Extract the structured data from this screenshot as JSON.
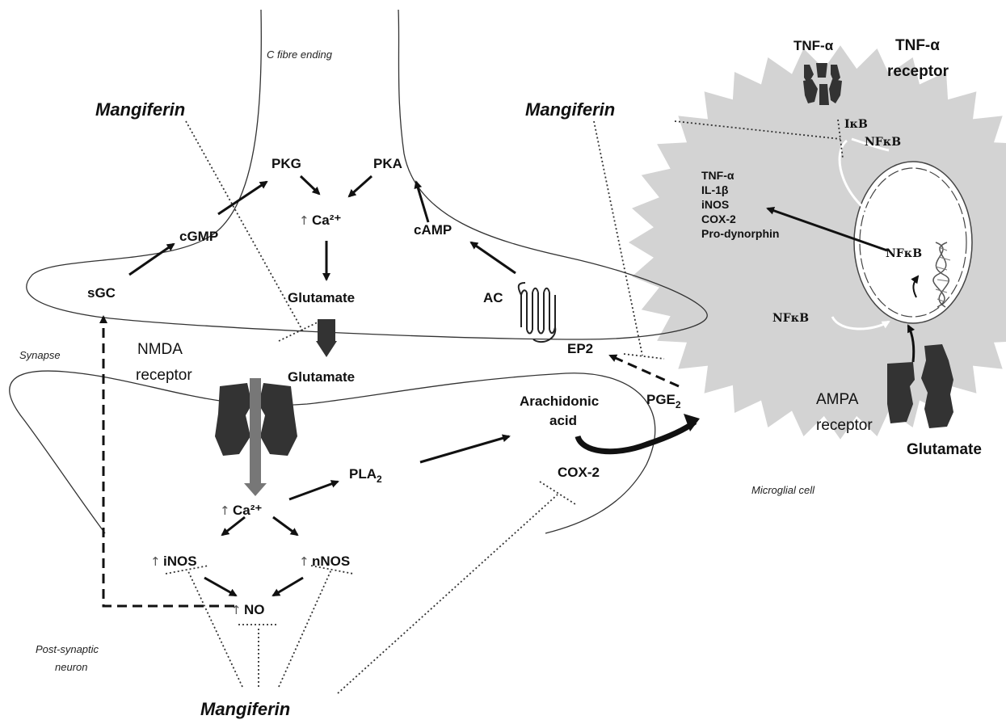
{
  "labels": {
    "c_fibre": "C fibre ending",
    "synapse": "Synapse",
    "post_synaptic_1": "Post-synaptic",
    "post_synaptic_2": "neuron",
    "microglial_cell": "Microglial cell",
    "mangiferin": "Mangiferin",
    "pkg": "PKG",
    "pka": "PKA",
    "ca_top": "Ca²⁺",
    "ca_bottom": "Ca²⁺",
    "cgmp": "cGMP",
    "camp": "cAMP",
    "sgc": "sGC",
    "glutamate": "Glutamate",
    "ac": "AC",
    "nmda_1": "NMDA",
    "nmda_2": "receptor",
    "ep2": "EP2",
    "arachidonic_1": "Arachidonic",
    "arachidonic_2": "acid",
    "pge": "PGE",
    "pge_sub": "2",
    "cox2": "COX-2",
    "pla": "PLA",
    "pla_sub": "2",
    "inos": "iNOS",
    "nnos": "nNOS",
    "no": "NO",
    "up_arrow": "↑",
    "tnf_a": "TNF-α",
    "tnf_rec_1": "TNF-α",
    "tnf_rec_2": "receptor",
    "ikb": "IκB",
    "nfkb": "NFκB",
    "mediators": [
      "TNF-α",
      "IL-1β",
      "iNOS",
      "COX-2",
      "Pro-dynorphin"
    ],
    "ampa_1": "AMPA",
    "ampa_2": "receptor",
    "glutamate_micro": "Glutamate"
  },
  "colors": {
    "microglia_fill": "#d3d3d3",
    "receptor_dark": "#333333",
    "channel_grey": "#777777"
  }
}
